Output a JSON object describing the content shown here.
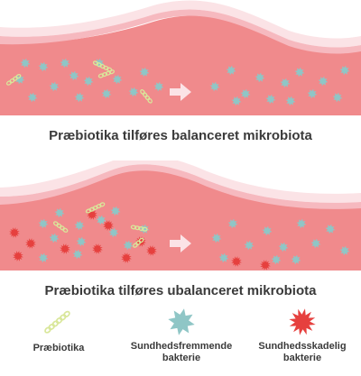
{
  "panels": [
    {
      "caption": "Præbiotika tilføres balanceret mikrobiota"
    },
    {
      "caption": "Præbiotika tilføres ubalanceret mikrobiota"
    }
  ],
  "legend": {
    "prebiotic": "Præbiotika",
    "beneficial_line1": "Sundhedsfremmende",
    "beneficial_line2": "bakterie",
    "harmful_line1": "Sundhedsskadelig",
    "harmful_line2": "bakterie"
  },
  "colors": {
    "tissue": "#f08a8c",
    "mucosa_light": "#fbe3e6",
    "mucosa_mid": "#f6b9bf",
    "beneficial": "#8fc6c6",
    "harmful": "#e6403e",
    "prebiotic": "#d9e79a",
    "arrow": "#fbe3e6"
  },
  "icons": {
    "prebiotic": "prebiotic-chain-icon",
    "beneficial": "beneficial-bacteria-icon",
    "harmful": "harmful-bacteria-icon",
    "arrow": "arrow-right-icon"
  }
}
